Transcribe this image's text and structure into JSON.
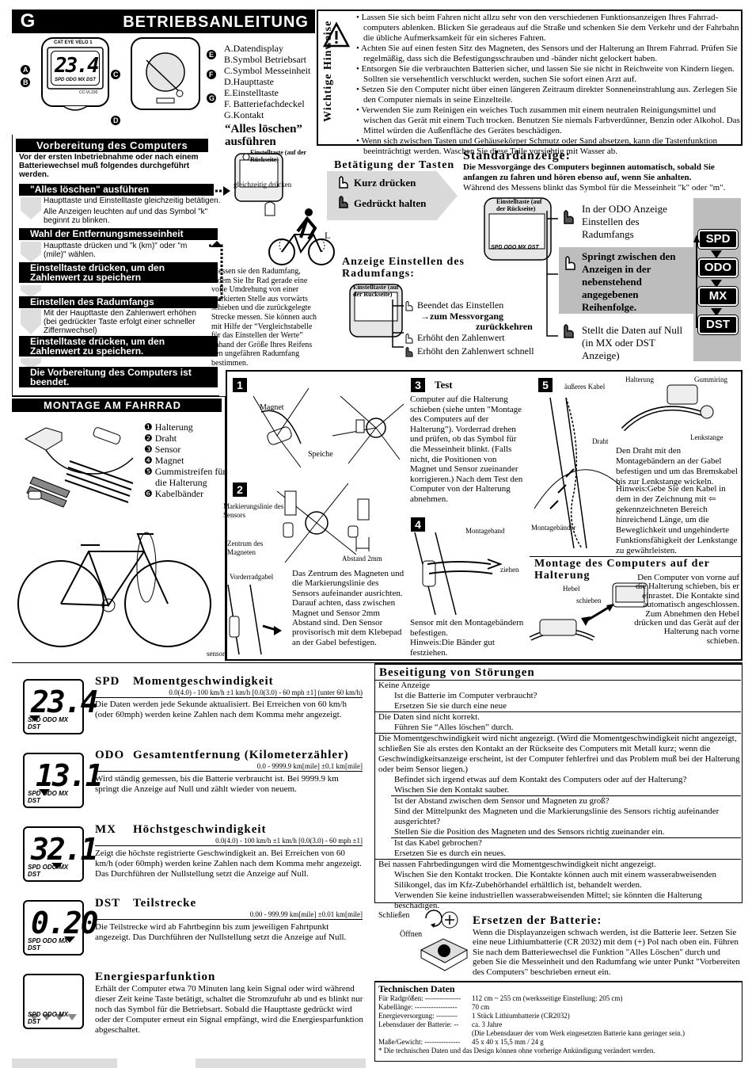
{
  "header": {
    "letter": "G",
    "title": "BETRIEBSANLEITUNG"
  },
  "parts": [
    "A.Datendisplay",
    "B.Symbol Betriebsart",
    "C.Symbol Messeinheit",
    "D.Haupttaste",
    "E.Einstelltaste",
    "F. Batteriefachdeckel",
    "G.Kontakt"
  ],
  "part_markers": [
    "A",
    "B",
    "C",
    "D",
    "E",
    "F",
    "G"
  ],
  "device_brand": "CAT EYE VELO 1",
  "device_model": "CC-VL100",
  "warnings": {
    "side_title": "Wichtige Hinweise",
    "items": [
      "Lassen Sie sich beim Fahren nicht allzu sehr von den verschiedenen Funktionsanzeigen Ihres Fahrrad-computers ablenken. Blicken Sie geradeaus auf die Straße und schenken Sie dem Verkehr und der Fahrbahn die übliche Aufmerksamkeit für ein sicheres Fahren.",
      "Achten Sie auf einen festen Sitz des Magneten, des Sensors und der Halterung an Ihrem Fahrrad. Prüfen Sie regelmäßig, dass sich die Befestigungsschrauben und -bänder nicht gelockert haben.",
      "Entsorgen Sie die verbrauchten Batterien sicher, und lassen Sie sie nicht in Reichweite von Kindern liegen. Sollten sie versehentlich verschluckt werden, suchen Sie sofort einen Arzt auf.",
      "Setzen Sie den Computer nicht über einen längeren Zeitraum direkter Sonneneinstrahlung aus. Zerlegen Sie den Computer niemals in seine Einzelteile.",
      "Verwenden Sie zum Reinigen ein weiches Tuch zusammen mit einem neutralen Reinigungsmittel und wischen das Gerät mit einem Tuch trocken. Benutzen Sie niemals Farbverdünner, Benzin oder Alkohol. Das Mittel würden die Außenfläche des Gerätes beschädigen.",
      "Wenn sich zwischen Tasten und Gehäusekörper Schmutz oder Sand absetzen, kann die Tastenfunktion beeinträchtigt werden. Waschen Sie diese Teile vorsichtig mit Wasser ab."
    ]
  },
  "prep": {
    "title": "Vorbereitung des Computers",
    "intro": "Vor der ersten Inbetriebnahme oder nach einem Batteriewechsel muß folgendes durchgeführt werden.",
    "step1": "\"Alles löschen\" ausführen",
    "step1_text": "Haupttaste und Einstelltaste gleichzeitig betätigen.",
    "step1_text2": "Alle Anzeigen leuchten auf und das Symbol \"k\" beginnt zu blinken.",
    "step2": "Wahl der Entfernungsmesseinheit",
    "step2_text": "Haupttaste drücken und \"k (km)\" oder \"m (mile)\" wählen.",
    "step3": "Einstelltaste drücken, um den Zahlenwert zu speichern",
    "step4": "Einstellen des Radumfangs",
    "step4_text": "Mit der Haupttaste den Zahlenwert erhöhen (bei gedrückter Taste erfolgt einer schneller Ziffernwechsel)",
    "step5": "Einstelltaste drücken, um den Zahlenwert zu speichern.",
    "step6": "Die Vorbereitung des Computers ist beendet.",
    "alles_title": "“Alles löschen” ausführen",
    "einstelltaste_label": "Einstelltaste (auf der Rückseite)",
    "gleichzeitig": "gleichzeitig drücken",
    "l_label": "L",
    "measure_text": "Messen sie den Radumfang, indem Sie Ihr Rad gerade eine volle Umdrehung von einer markierten Stelle aus vorwärts schieben und die zurückgelegte Strecke messen. Sie können auch mit Hilfe der “Vergleichstabelle für das Einstellen der Werte” anhand der Größe Ihres Reifens den ungefähren Radumfang bestimmen."
  },
  "buttons": {
    "title": "Betätigung der Tasten",
    "short": "Kurz drücken",
    "long": "Gedrückt halten"
  },
  "radumfang": {
    "title": "Anzeige Einstellen des Radumfangs:",
    "einstelltaste": "Einstelltaste (auf der Rückseite)",
    "line1": "Beendet das Einstellen",
    "line1b": "→zum Messvorgang",
    "line1c": "zurückkehren",
    "line2": "Erhöht den Zahlenwert",
    "line3": "Erhöht den Zahlenwert schnell"
  },
  "standard": {
    "title": "Standardanzeige:",
    "bold": "Die Messvorgänge des Computers beginnen automatisch, sobald Sie anfangen zu fahren und hören ebenso auf, wenn  Sie anhalten.",
    "text": "Während des Messens blinkt das Symbol für die Messeinheit \"k\" oder \"m\".",
    "einstelltaste": "Einstelltaste (auf der Rückseite)",
    "odo_text": "In der ODO Anzeige Einstellen des Radumfangs",
    "switch_text": "Springt zwischen den Anzeigen in der nebenstehend angegebenen Reihenfolge.",
    "reset_text": "Stellt die Daten auf Null (in MX oder DST Anzeige)",
    "modes": [
      "SPD",
      "ODO",
      "MX",
      "DST"
    ]
  },
  "montage": {
    "title": "MONTAGE AM FAHRRAD",
    "parts": [
      "Halterung",
      "Draht",
      "Sensor",
      "Magnet",
      "Gummistreifen für die Halterung",
      "Kabelbänder"
    ],
    "step1_labels": {
      "magnet": "Magnet",
      "speiche": "Speiche"
    },
    "step2_labels": {
      "markierung": "Markierungslinie des Sensors",
      "zentrum": "Zentrum des Magneten",
      "abstand": "Abstand 2mm",
      "gabel": "Vorderradgabel",
      "sensor": "sensor"
    },
    "step2_text": "Das Zentrum des Magneten und die Markierungslinie des Sensors aufeinander ausrichten. Darauf achten, dass zwischen Magnet und Sensor 2mm Abstand sind. Den Sensor provisorisch mit dem Klebepad an der Gabel befestigen.",
    "step3_title": "Test",
    "step3_text": "Computer auf die Halterung schieben (siehe unten \"Montage des Computers auf der Halterung\"). Vorderrad drehen und prüfen, ob das Symbol für die Messeinheit blinkt. (Falls nicht, die Positionen von Magnet und Sensor zueinander korrigieren.) Nach dem Test den Computer von der Halterung abnehmen.",
    "step4_labels": {
      "montageband": "Montageband",
      "ziehen": "ziehen"
    },
    "step4_text": "Sensor mit den Montagebändern befestigen.",
    "step4_hint": "Hinweis:Die Bänder gut festziehen.",
    "step5_labels": {
      "kabel": "äußeres Kabel",
      "draht": "Draht",
      "baender": "Montagebänder",
      "halterung": "Halterung",
      "gummiring": "Gummiring",
      "lenkstange": "Lenkstange"
    },
    "step5_text": "Den Draht mit den Montagebändern an der Gabel befestigen und um das Bremskabel bis zur Lenkstange wickeln.",
    "step5_hint": "Hinweis:Gebe Sie den Kabel in dem in der Zeichnung mit ⇦ gekennzeichneten Bereich hinreichend Länge, um die Beweglichkeit und ungehinderte Funktionsfähigkeit der Lenkstange zu gewährleisten.",
    "mount_title": "Montage des Computers auf der Halterung",
    "mount_labels": {
      "hebel": "Hebel",
      "schieben": "schieben"
    },
    "mount_text": "Den Computer von vorne auf die Halterung schieben, bis er einrastet. Die Kontakte sind automatisch angeschlossen. Zum Abnehmen den Hebel drücken und das Gerät auf der Halterung nach vorne schieben."
  },
  "functions": [
    {
      "code": "SPD",
      "name": "Momentgeschwindigkeit",
      "spec": "0.0(4.0) - 100 km/h ±1 km/h [0.0(3.0) - 60 mph ±1] (unter 60 km/h)",
      "text": "Die Daten werden jede Sekunde aktualisiert. Bei Erreichen von 60 km/h (oder 60mph) werden keine Zahlen nach dem Komma mehr angezeigt.",
      "display": "23.4"
    },
    {
      "code": "ODO",
      "name": "Gesamtentfernung (Kilometerzähler)",
      "spec": "0.0 - 9999.9 km[mile] ±0.1 km[mile]",
      "text": "Wird ständig gemessen, bis die Batterie verbraucht ist. Bei 9999.9 km springt die Anzeige auf Null und zählt wieder von neuem.",
      "display": "13.1"
    },
    {
      "code": "MX",
      "name": "Höchstgeschwindigkeit",
      "spec": "0.0(4.0) - 100 km/h ±1 km/h [0.0(3.0) - 60 mph ±1]",
      "text": "Zeigt die höchste registrierte Geschwindigkeit an. Bei Erreichen von 60 km/h (oder 60mph) werden keine Zahlen nach dem Komma mehr angezeigt. Das Durchführen der Nullstellung setzt die Anzeige auf Null.",
      "display": "32.1"
    },
    {
      "code": "DST",
      "name": "Teilstrecke",
      "spec": "0.00 - 999.99 km[mile] ±0.01 km[mile]",
      "text": "Die Teilstrecke wird ab Fahrtbeginn bis zum jeweiligen Fahrtpunkt angezeigt. Das Durchführen der Nullstellung setzt die Anzeige auf Null.",
      "display": "0.20"
    }
  ],
  "energy": {
    "title": "Energiesparfunktion",
    "text": "Erhält der Computer etwa 70 Minuten lang kein Signal oder wird während dieser Zeit keine Taste betätigt, schaltet die Stromzufuhr ab und es blinkt nur noch das Symbol für die Betriebsart. Sobald die Haupttaste gedrückt wird oder der Computer erneut ein Signal empfängt, wird die Energiesparfunktion abgeschaltet."
  },
  "lcd_modes": "SPD ODO MX DST",
  "trouble": {
    "title": "Beseitigung von Störungen",
    "rows": [
      {
        "head": "Keine Anzeige",
        "items": [
          {
            "t": "Ist die Batterie im Computer verbraucht?",
            "lvl": 1
          },
          {
            "t": "Ersetzen Sie sie durch eine neue",
            "lvl": 1
          }
        ]
      },
      {
        "head": "Die Daten sind nicht korrekt.",
        "items": [
          {
            "t": "Führen Sie “Alles löschen” durch.",
            "lvl": 1
          }
        ]
      },
      {
        "head": "Die Momentgeschwindigkeit wird nicht angezeigt. (Wird die Momentgeschwindigkeit nicht angezeigt, schließen Sie als erstes den Kontakt an der Rückseite des Computers mit Metall kurz; wenn die Geschwindigkeitsanzeige erscheint, ist der Computer fehlerfrei und das Problem muß bei der Halterung oder beim Sensor liegen.)",
        "items": [
          {
            "t": "Befindet sich irgend etwas auf dem Kontakt des Computers oder auf der Halterung?",
            "lvl": 1
          },
          {
            "t": "Wischen Sie den Kontakt sauber.",
            "lvl": 1
          },
          {
            "t": "Ist der Abstand zwischen dem Sensor und Magneten zu groß?",
            "lvl": 1,
            "sep": true
          },
          {
            "t": "Sind der Mittelpunkt des Magneten und die Markierungslinie des Sensors richtig aufeinander ausgerichtet?",
            "lvl": 1
          },
          {
            "t": "Stellen Sie die Position des Magneten und des Sensors richtig zueinander ein.",
            "lvl": 1
          },
          {
            "t": "Ist das Kabel gebrochen?",
            "lvl": 1,
            "sep": true
          },
          {
            "t": "Ersetzen Sie es durch ein neues.",
            "lvl": 1
          }
        ]
      },
      {
        "head": "Bei nassen Fahrbedingungen wird die Momentgeschwindigkeit nicht angezeigt.",
        "items": [
          {
            "t": "Wischen Sie den Kontakt trocken. Die Kontakte können auch mit einem wasserabweisenden Silikongel, das im Kfz-Zubehörhandel erhältlich ist, behandelt werden.",
            "lvl": 1
          },
          {
            "t": "Verwenden Sie keine industriellen wasserabweisenden Mittel; sie könnten die Halterung beschädigen.",
            "lvl": 1
          }
        ]
      }
    ]
  },
  "battery": {
    "close": "Schließen",
    "open": "Öffnen",
    "title": "Ersetzen der Batterie:",
    "text": "Wenn die Displayanzeigen schwach werden, ist die Batterie leer. Setzen Sie eine neue Lithiumbatterie (CR 2032) mit dem (+) Pol nach oben ein. Führen Sie nach dem Batteriewechsel die Funktion \"Alles Löschen\" durch und geben Sie die Messeinheit und den Radumfang wie unter Punkt \"Vorbereiten des Computers\" beschrieben erneut ein."
  },
  "specs": {
    "title": "Technischen Daten",
    "rows": [
      {
        "k": "Für Radgrößen: ---------------",
        "v": "112 cm ~ 255 cm (werksseitige Einstellung: 205 cm)"
      },
      {
        "k": "Kabellänge: ------------------",
        "v": "70 cm"
      },
      {
        "k": "Energieversorgung: ---------",
        "v": "1 Stück Lithiumbatterie (CR2032)"
      },
      {
        "k": "Lebensdauer der Batterie: --",
        "v": "ca. 3 Jahre"
      },
      {
        "k": "",
        "v": "(Die Lebensdauer der vom Werk eingesetzten Batterie kann geringer sein.)"
      },
      {
        "k": "Maße/Gewicht: ---------------",
        "v": "45 x 40 x 15,5 mm / 24 g"
      }
    ],
    "note": "* Die technischen Daten und das Design können ohne vorherige Ankündigung verändert werden."
  }
}
